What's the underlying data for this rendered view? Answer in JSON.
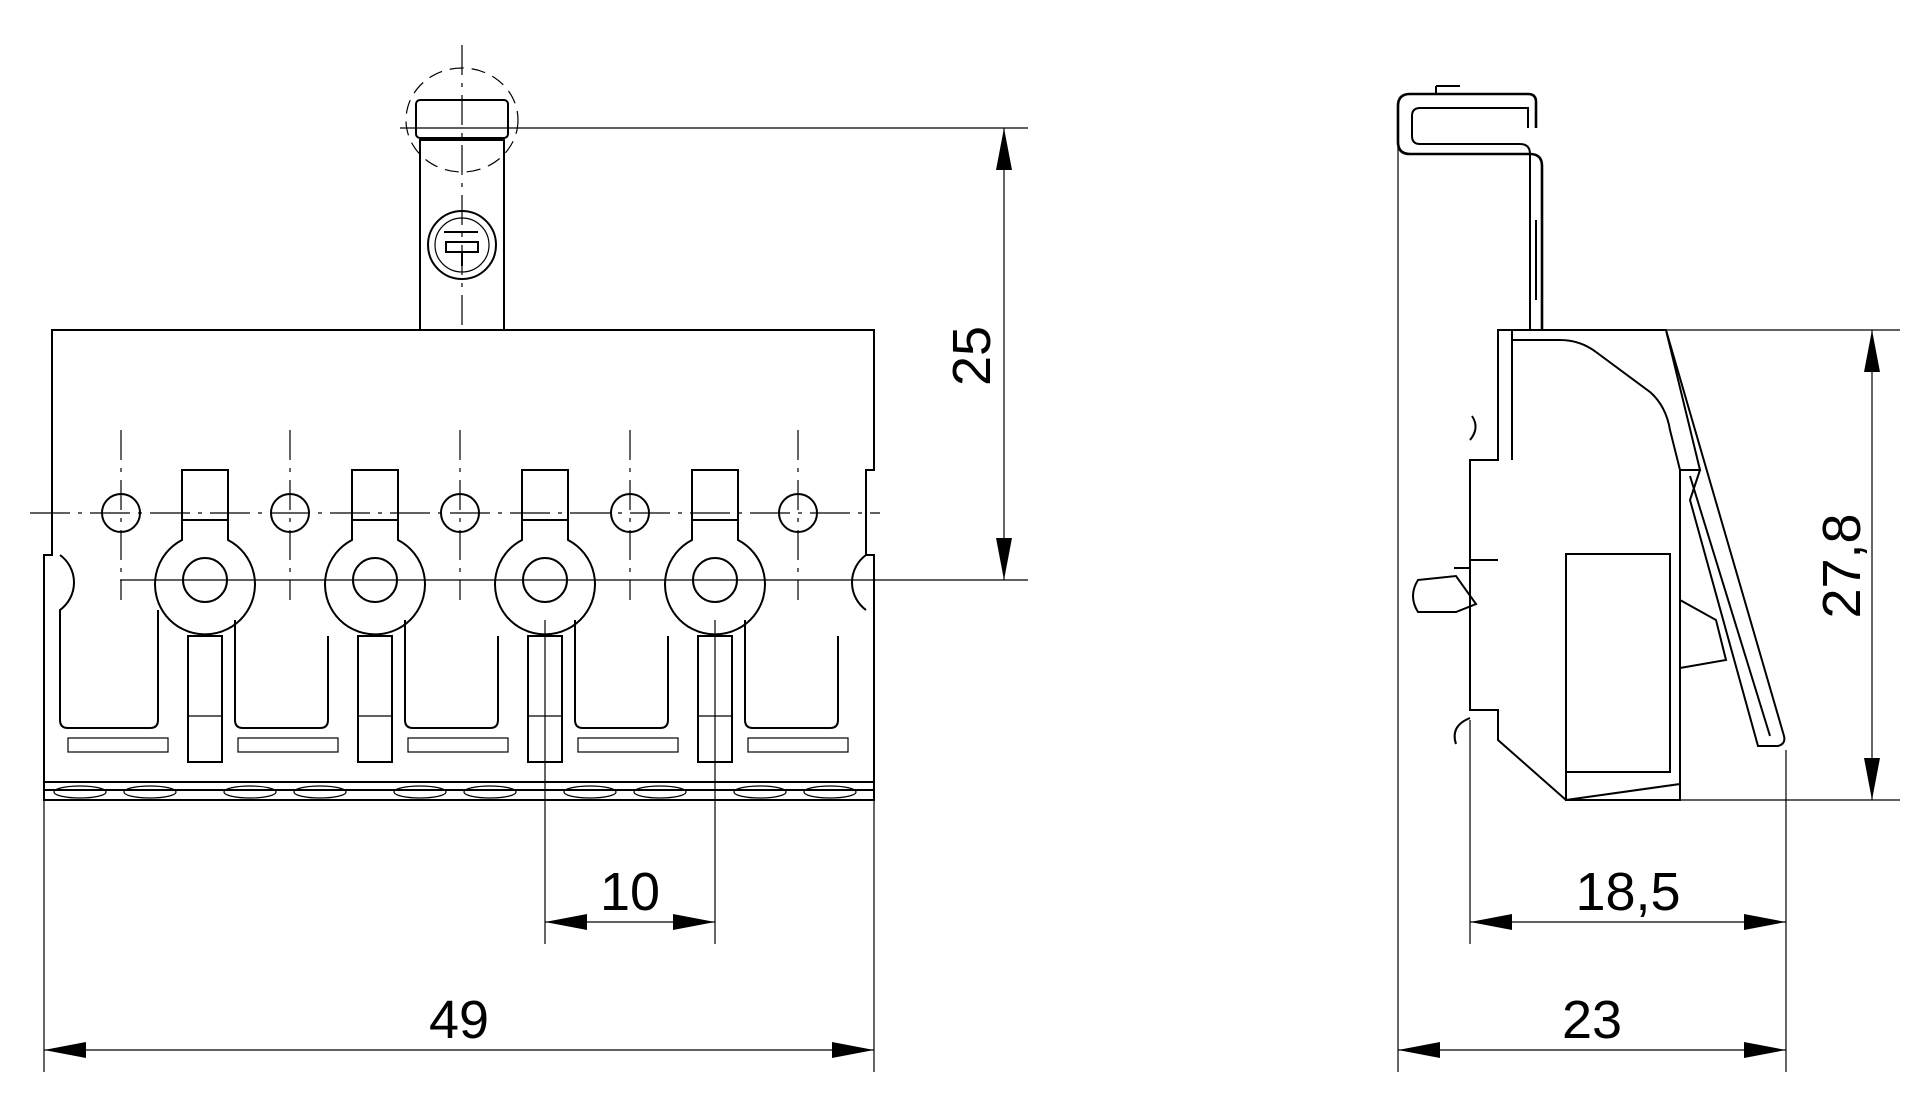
{
  "drawing": {
    "dimensions": {
      "front_width": "49",
      "pitch": "10",
      "front_height": "25",
      "side_depth_total": "23",
      "side_depth_body": "18,5",
      "side_height": "27,8"
    }
  }
}
